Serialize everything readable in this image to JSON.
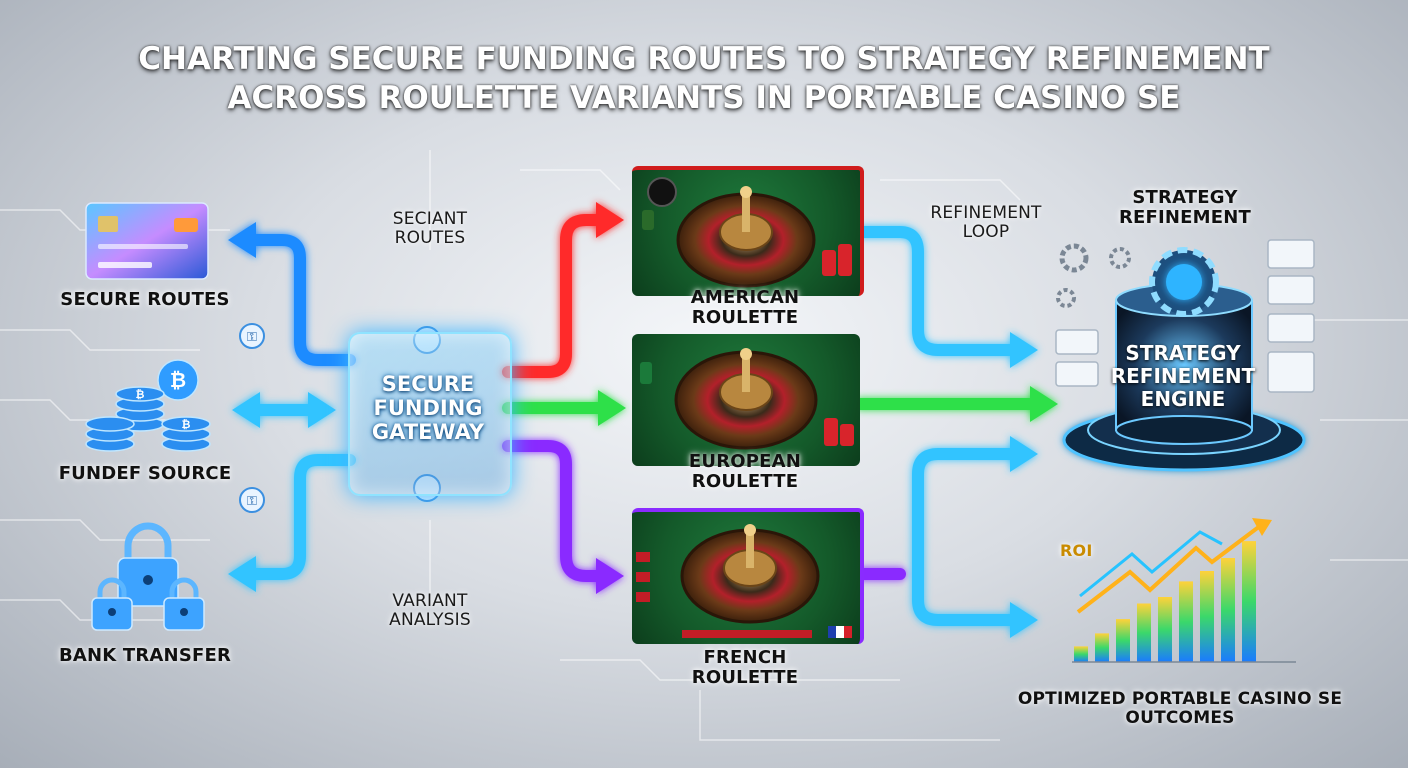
{
  "title": {
    "line1": "CHARTING SECURE FUNDING ROUTES TO STRATEGY REFINEMENT",
    "line2": "ACROSS ROULETTE VARIANTS IN PORTABLE CASINO SE"
  },
  "sources": {
    "card": "SECURE ROUTES",
    "coins": "FUNDEF SOURCE",
    "bank": "BANK TRANSFER"
  },
  "annotations": {
    "seciant": "SECIANT\nROUTES",
    "variant": "VARIANT\nANALYSIS",
    "refinement_loop": "REFINEMENT\nLOOP",
    "strategy_refinement": "STRATEGY\nREFINEMENT"
  },
  "gateway": {
    "label": "SECURE\nFUNDING\nGATEWAY"
  },
  "variants": {
    "american": "AMERICAN\nROULETTE",
    "european": "EUROPEAN\nROULETTE",
    "french": "FRENCH\nROULETTE"
  },
  "engine": {
    "label": "STRATEGY\nREFINEMENT\nENGINE"
  },
  "outcome": {
    "roi": "ROI",
    "label": "OPTIMIZED PORTABLE CASINO SE\nOUTCOMES",
    "bars": [
      0.12,
      0.22,
      0.33,
      0.45,
      0.5,
      0.62,
      0.7,
      0.8,
      0.93
    ]
  },
  "colors": {
    "blue": "#1e8bff",
    "cyan": "#33c4ff",
    "red": "#ff2a2a",
    "green": "#2fe04a",
    "purple": "#8a2bff"
  },
  "icons": {
    "card": "credit-card-icon",
    "coins": "bitcoin-coins-icon",
    "bank": "padlock-icon",
    "engine": "gear-icon"
  }
}
